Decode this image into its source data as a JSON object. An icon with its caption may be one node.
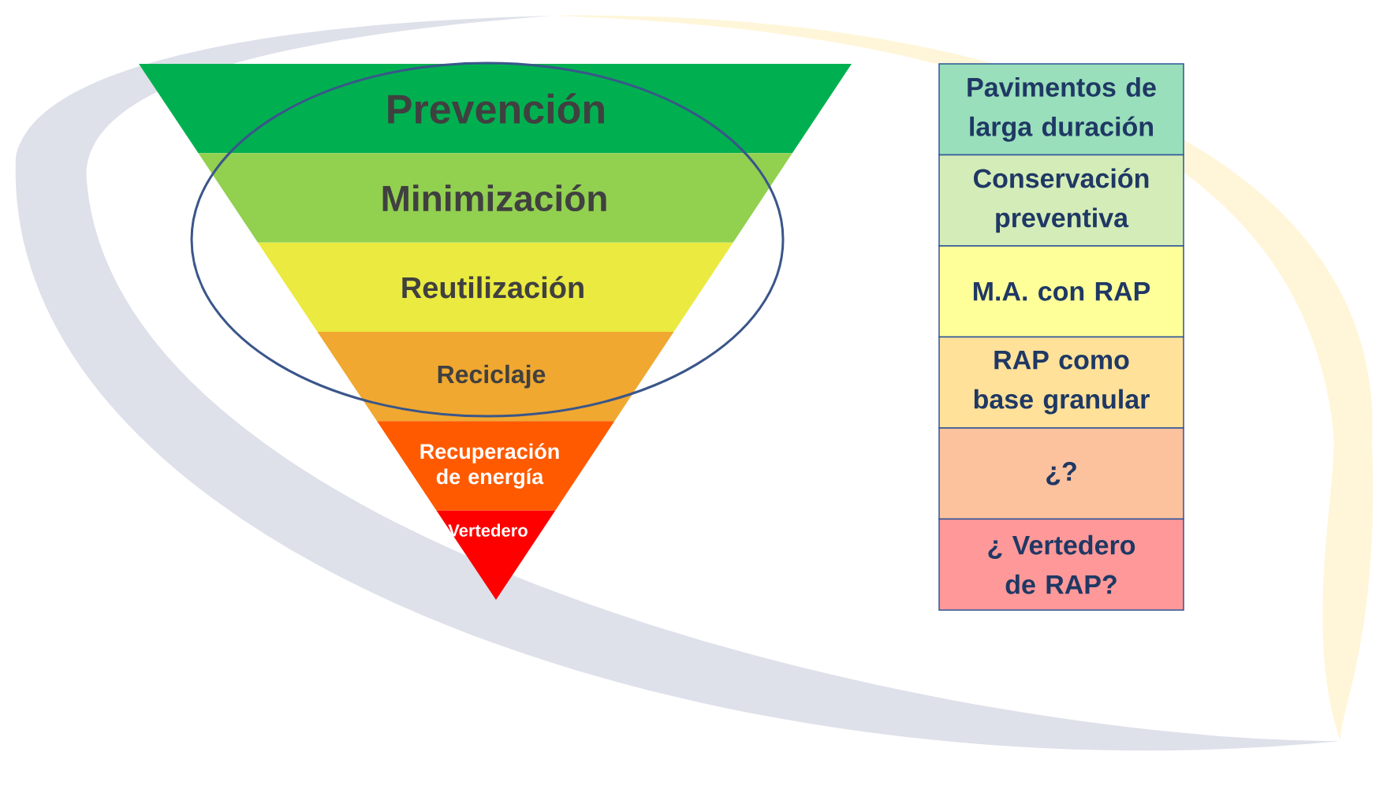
{
  "diagram": {
    "nodes": [
      {
        "text": [
          "Prevención"
        ]
      },
      {
        "text": [
          "Minimización"
        ]
      },
      {
        "text": [
          "Reutilización"
        ]
      },
      {
        "text": [
          "Reciclaje"
        ]
      },
      {
        "text": [
          "Recuperación de energía"
        ]
      },
      {
        "text": [
          "Vertedero"
        ]
      },
      {
        "text": [
          "Pavimentos de larga duración"
        ]
      },
      {
        "text": [
          "Conservación preventiva"
        ]
      },
      {
        "text": [
          "M.A. con RAP"
        ]
      },
      {
        "text": [
          "RAP como base granular"
        ]
      },
      {
        "text": [
          "¿?"
        ]
      },
      {
        "text": [
          "¿ Vertedero de RAP?"
        ]
      }
    ]
  }
}
